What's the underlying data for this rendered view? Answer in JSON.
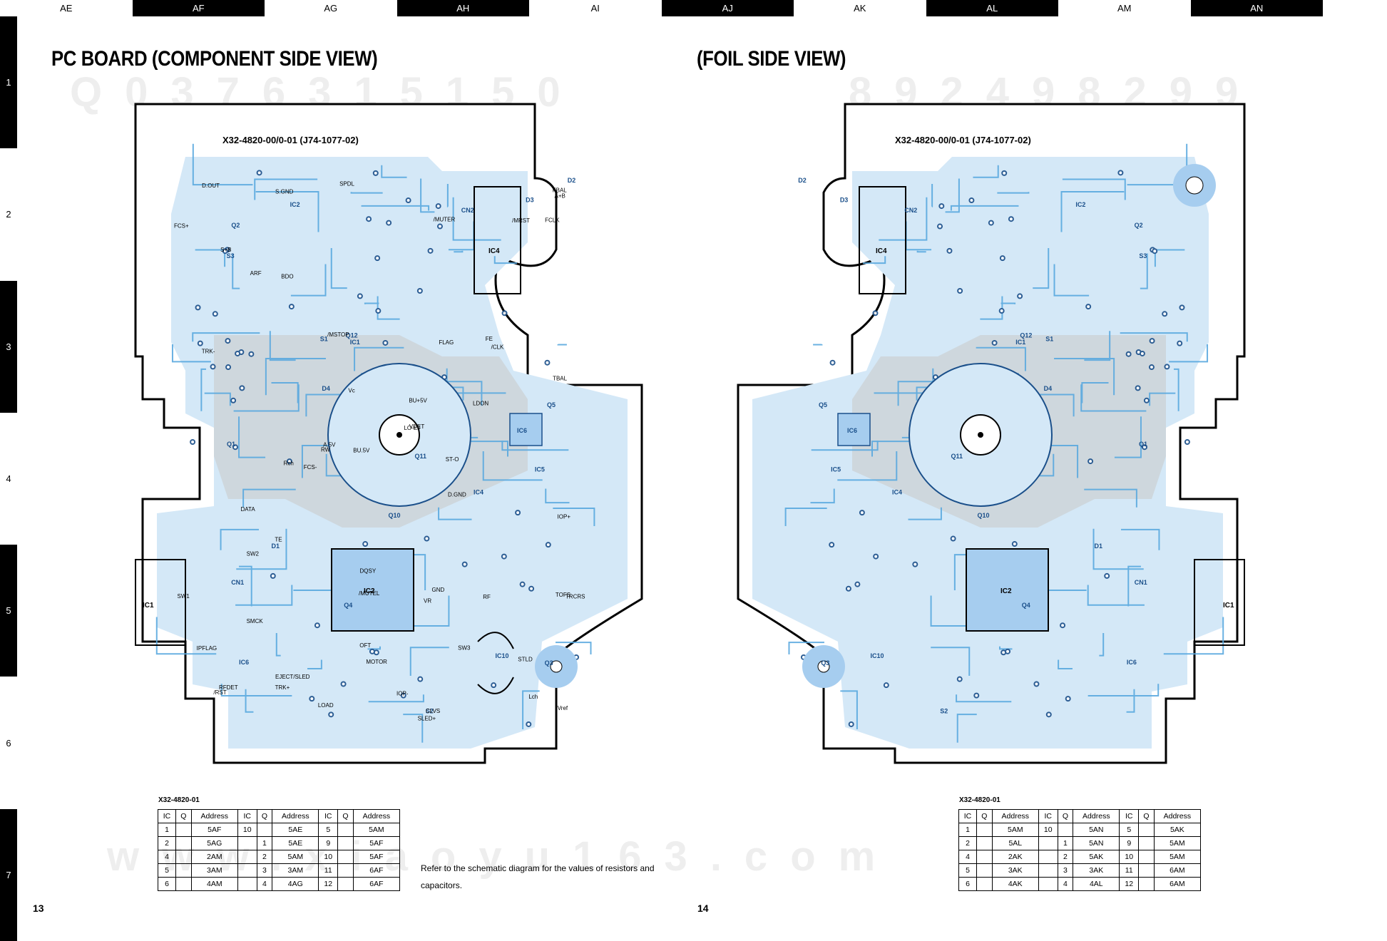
{
  "top_columns": [
    "AE",
    "AF",
    "AG",
    "AH",
    "AI",
    "AJ",
    "AK",
    "AL",
    "AM",
    "AN"
  ],
  "side_rows": [
    "1",
    "2",
    "3",
    "4",
    "5",
    "6",
    "7"
  ],
  "left_title": "PC BOARD (COMPONENT SIDE VIEW)",
  "right_title": "(FOIL SIDE VIEW)",
  "board_label": "X32-4820-00/0-01 (J74-1077-02)",
  "watermarks": {
    "left_top": "Q0376315150",
    "right_top": "892498299",
    "bottom": "www.xiaoyu163.com"
  },
  "left_table": {
    "caption": "X32-4820-01",
    "headers": [
      "IC",
      "Q",
      "Address",
      "IC",
      "Q",
      "Address",
      "IC",
      "Q",
      "Address"
    ],
    "rows": [
      [
        "1",
        "",
        "5AF",
        "10",
        "",
        "5AE",
        "5",
        "",
        "5AM"
      ],
      [
        "2",
        "",
        "5AG",
        "",
        "1",
        "5AE",
        "9",
        "",
        "5AF"
      ],
      [
        "4",
        "",
        "2AM",
        "",
        "2",
        "5AM",
        "10",
        "",
        "5AF"
      ],
      [
        "5",
        "",
        "3AM",
        "",
        "3",
        "3AM",
        "11",
        "",
        "6AF"
      ],
      [
        "6",
        "",
        "4AM",
        "",
        "4",
        "4AG",
        "12",
        "",
        "6AF"
      ]
    ]
  },
  "right_table": {
    "caption": "X32-4820-01",
    "headers": [
      "IC",
      "Q",
      "Address",
      "IC",
      "Q",
      "Address",
      "IC",
      "Q",
      "Address"
    ],
    "rows": [
      [
        "1",
        "",
        "5AM",
        "10",
        "",
        "5AN",
        "5",
        "",
        "5AK"
      ],
      [
        "2",
        "",
        "5AL",
        "",
        "1",
        "5AN",
        "9",
        "",
        "5AM"
      ],
      [
        "4",
        "",
        "2AK",
        "",
        "2",
        "5AK",
        "10",
        "",
        "5AM"
      ],
      [
        "5",
        "",
        "3AK",
        "",
        "3",
        "3AK",
        "11",
        "",
        "6AM"
      ],
      [
        "6",
        "",
        "4AK",
        "",
        "4",
        "4AL",
        "12",
        "",
        "6AM"
      ]
    ]
  },
  "note_text": "Refer to the schematic diagram for the values of resistors and capacitors.",
  "page_left": "13",
  "page_right": "14",
  "components": {
    "left": [
      "IC4",
      "IC5",
      "IC6",
      "IC2",
      "IC1",
      "IC10",
      "CN1",
      "CN2",
      "S1",
      "S2",
      "S3",
      "Q1",
      "Q2",
      "Q3",
      "Q4",
      "Q5",
      "Q10",
      "Q11",
      "Q12",
      "D1",
      "D2",
      "D3",
      "D4"
    ],
    "right": [
      "IC4",
      "IC5",
      "IC6",
      "IC2",
      "IC1",
      "IC10",
      "CN1",
      "CN2",
      "S1",
      "S2",
      "S3",
      "Q1",
      "Q2",
      "Q3",
      "Q4",
      "Q5",
      "Q10",
      "Q11",
      "Q12",
      "D1",
      "D2",
      "D3",
      "D4"
    ]
  },
  "test_points": {
    "left": [
      "LOAD",
      "SLED+",
      "EJECT/SLED",
      "SW3",
      "S.GND",
      "S+B",
      "Rch",
      "Lch",
      "SPDL",
      "/MSTOP",
      "/MRST",
      "MOTOR",
      "A.5V",
      "/MUTEL",
      "/MUTER",
      "LO-EJ",
      "TRK-",
      "TRK+",
      "FCS-",
      "FCS+",
      "VR",
      "A+B",
      "BU+5V",
      "/RST",
      "/CLK",
      "DATA",
      "SW1",
      "SW2",
      "D.OUT",
      "D.GND",
      "BU.5V",
      "CLVS",
      "DQSY",
      "FCLK",
      "SMCK",
      "ST-O",
      "TOFS",
      "IPFLAG",
      "FLAG",
      "STLD",
      "VDET",
      "LDON",
      "TRCRS",
      "RFDET",
      "BDO",
      "GND",
      "IOP+",
      "IOP-",
      "ARF",
      "OFT",
      "FBAL",
      "TBAL",
      "Vref",
      "RF",
      "TE",
      "FE",
      "RW",
      "Vc"
    ]
  },
  "colors": {
    "copper_light": "#d4e8f7",
    "copper_mid": "#a6cdef",
    "trace": "#5aa9df",
    "ground": "#c8c8c8",
    "silk": "#1a4f8a",
    "outline": "#000000"
  }
}
